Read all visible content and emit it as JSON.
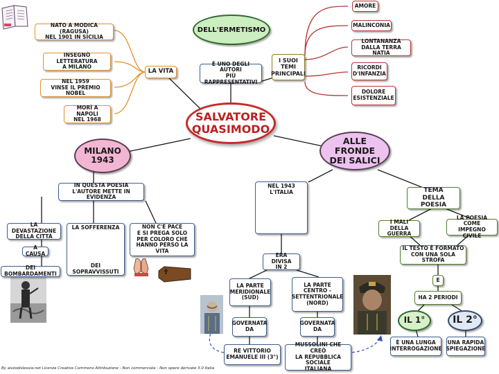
{
  "central": "SALVATORE\nQUASIMODO",
  "ermetismo": "DELL'ERMETISMO",
  "autori": "È UNO DEGLI AUTORI\nPIÙ RAPPRESENTATIVI",
  "la_vita": {
    "label": "LA VITA",
    "items": [
      "NATO A MODICA (RAGUSA)\nNEL 1901 IN SICILIA",
      "INSEGNÒ LETTERATURA\nA MILANO",
      "NEL 1959\nVINSE IL PREMIO NOBEL",
      "MORÌ A NAPOLI\nNEL 1968"
    ]
  },
  "temi": {
    "label": "I SUOI TEMI\nPRINCIPALI",
    "items": [
      "AMORE",
      "MALINCONIA",
      "LONTANANZA\nDALLA TERRA NATIA",
      "RICORDI\nD'INFANZIA",
      "DOLORE\nESISTENZIALE"
    ]
  },
  "milano": {
    "label": "MILANO\n1943",
    "poesia": "IN QUESTA POESIA\nL'AUTORE METTE IN EVIDENZA",
    "devastazione": "LA DEVASTAZIONE\nDELLA CITTÀ",
    "a_causa": "A CAUSA",
    "bombardamenti": "DEI BOMBARDAMENTI",
    "sofferenza": "LA SOFFERENZA",
    "sopravvissuti": "DEI SOPRAVVISSUTI",
    "non_ce_pace": "NON C'È PACE\nE SI PREGA SOLO\nPER COLORO CHE\nHANNO PERSO LA VITA"
  },
  "fronde": {
    "label": "ALLE FRONDE\nDEI SALICI",
    "italia_1943": "NEL 1943 L'ITALIA",
    "divisa": "ERA DIVISA\nIN 2",
    "meridionale": "LA PARTE\nMERIDIONALE\n(SUD)",
    "settentrionale": "LA PARTE\nCENTRO -\nSETTENTRIONALE\n(NORD)",
    "governata_1": "GOVERNATA\nDA",
    "governata_2": "GOVERNATA\nDA",
    "re": "RE VITTORIO\nEMANUELE III (3°)",
    "mussolini": "MUSSOLINI CHE CREÒ\nLA REPUBBLICA SOCIALE\nITALIANA",
    "tema": "TEMA\nDELLA POESIA",
    "mali": "I MALI DELLA\nGUERRA",
    "impegno": "LA POESIA COME\nIMPEGNO CIVILE",
    "testo": "IL TESTO È FORMATO\nCON UNA SOLA STROFA",
    "e": "E",
    "periodi": "HA 2 PERIODI",
    "primo": "IL 1°",
    "secondo": "IL 2°",
    "lunga": "È UNA LUNGA\nINTERROGAZIONE",
    "rapida": "UNA RAPIDA\nSPIEGAZIONE"
  },
  "footer": "By aiutodislessia.net Licenza Creative Commons Attribuzione - Non commerciale - Non opere derivate 3.0 Italia",
  "colors": {
    "central_border": "#c42b2b",
    "milano_fill": "#f3b6d2",
    "fronde_fill": "#ecc2ee",
    "ermetismo_fill": "#cdeec0",
    "node_border": "#3c5d8c",
    "vita_link": "#e0902b",
    "temi_link": "#b53636"
  },
  "icons": [
    "book-icon",
    "sad-person-icon",
    "praying-hands-icon",
    "coffin-icon",
    "soldier-photo",
    "italy-map-icon",
    "king-portrait",
    "mussolini-portrait"
  ]
}
